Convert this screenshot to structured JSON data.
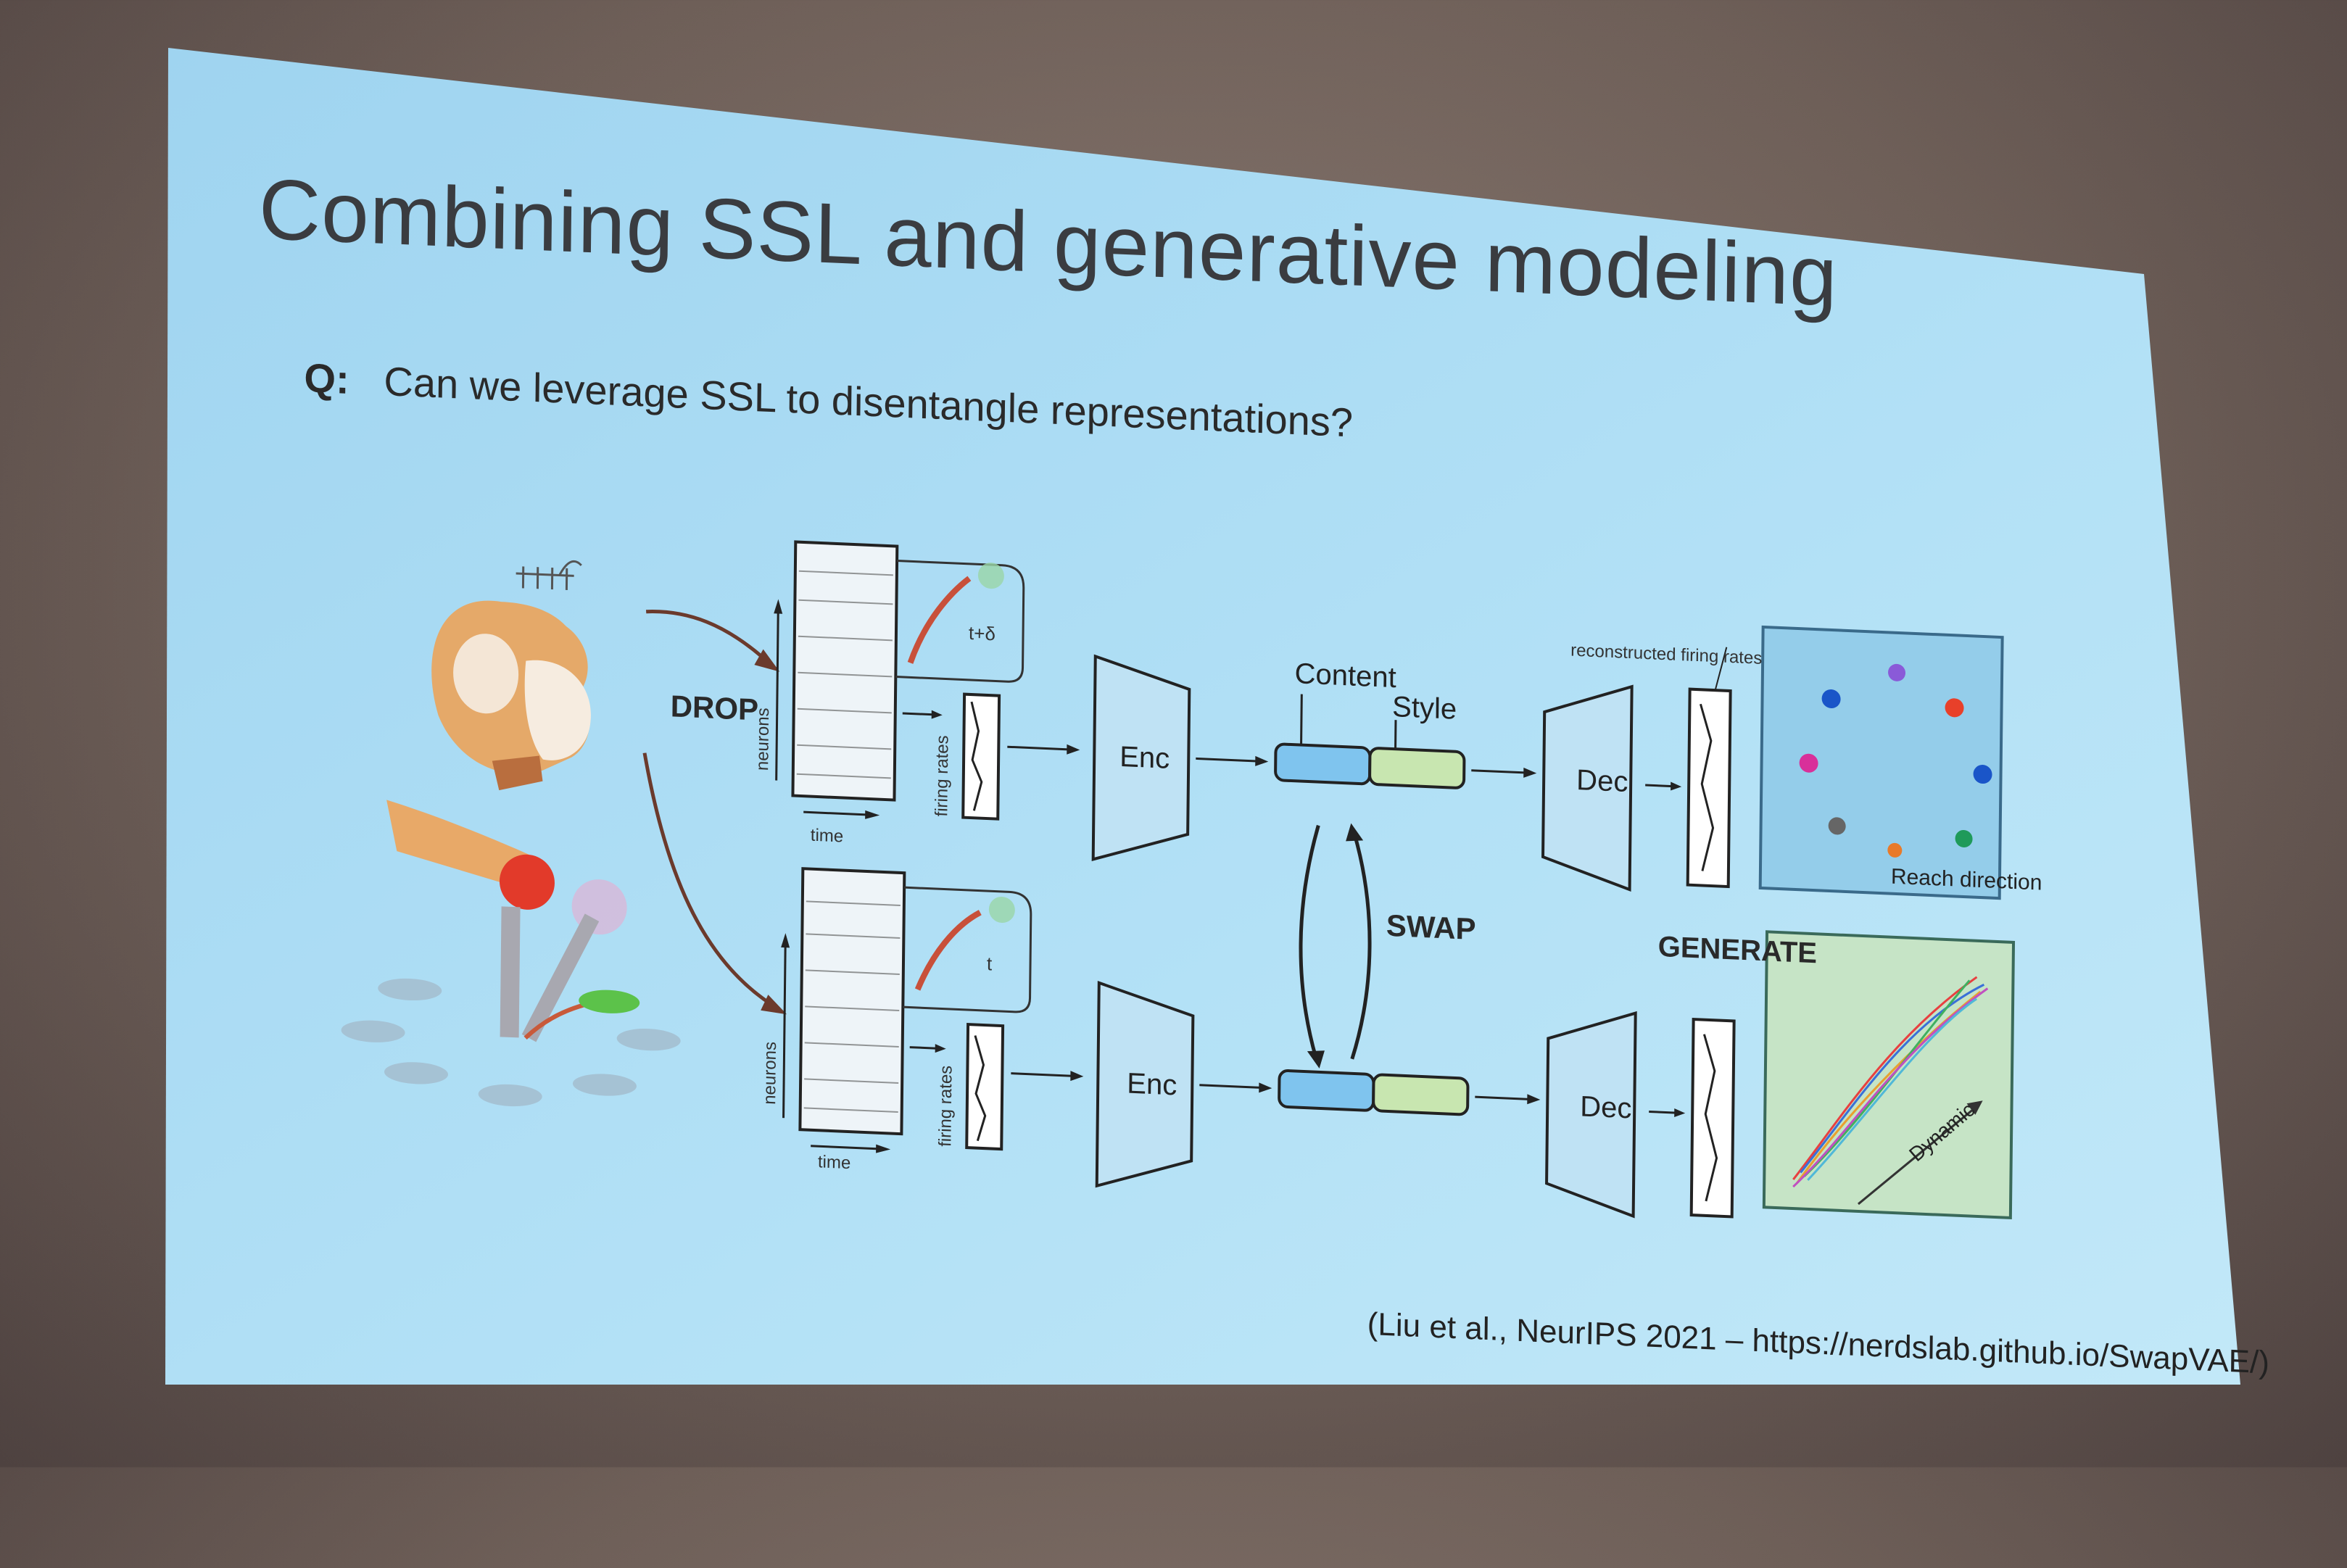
{
  "slide": {
    "title": "Combining SSL and generative modeling",
    "question_label": "Q:",
    "question": "Can we leverage SSL to disentangle representations?",
    "citation": "(Liu et al., NeurIPS 2021 – https://nerdslab.github.io/SwapVAE/)"
  },
  "diagram": {
    "drop": "DROP",
    "swap": "SWAP",
    "generate": "GENERATE",
    "neurons": "neurons",
    "time": "time",
    "firing_rates": "firing rates",
    "enc": "Enc",
    "dec": "Dec",
    "content": "Content",
    "style": "Style",
    "reconstructed": "reconstructed firing rates",
    "t_delta": "t+δ",
    "t": "t",
    "reach_direction": "Reach direction",
    "dynamic": "Dynamic"
  },
  "colors": {
    "slide_bg": "#a9daf3",
    "content_bar": "#7fc4ee",
    "style_bar": "#c8e6b0",
    "monkey": "#e5a969",
    "arrow": "#6b3a2c"
  }
}
